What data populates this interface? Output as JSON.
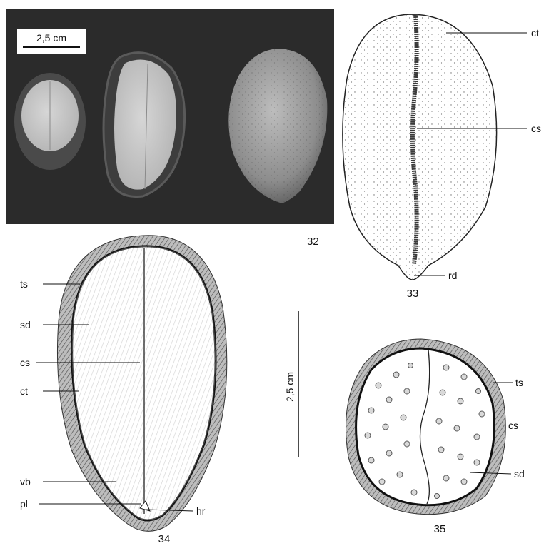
{
  "photo": {
    "scale_bar_label": "2,5 cm",
    "figure_number": "32"
  },
  "figure_33": {
    "number": "33",
    "labels": {
      "ct": "ct",
      "cs": "cs",
      "rd": "rd"
    }
  },
  "figure_34": {
    "number": "34",
    "labels": {
      "ts": "ts",
      "sd": "sd",
      "cs": "cs",
      "ct": "ct",
      "vb": "vb",
      "pl": "pl",
      "hr": "hr"
    }
  },
  "figure_35": {
    "number": "35",
    "labels": {
      "ts": "ts",
      "cs": "cs",
      "sd": "sd"
    }
  },
  "scale_bar": {
    "label": "2,5 cm"
  },
  "colors": {
    "photo_background": "#2b2b2b",
    "ink": "#111111",
    "testa_hatch": "#8a8a8a",
    "seed_photo_light": "#c9c9c9"
  }
}
